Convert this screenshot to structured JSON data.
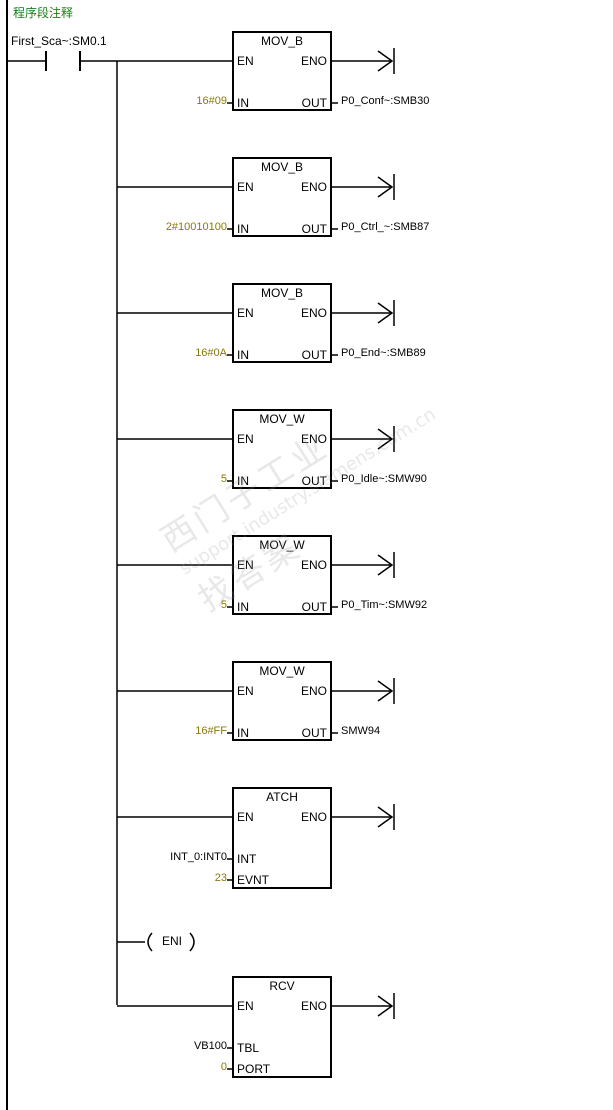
{
  "network_comment": "程序段注释",
  "first_contact": "First_Sca~:SM0.1",
  "blocks": [
    {
      "title": "MOV_B",
      "en": "EN",
      "eno": "ENO",
      "inputs": [
        {
          "pin": "IN",
          "operand": "16#09",
          "const": true
        }
      ],
      "output": {
        "pin": "OUT",
        "operand": "P0_Conf~:SMB30"
      }
    },
    {
      "title": "MOV_B",
      "en": "EN",
      "eno": "ENO",
      "inputs": [
        {
          "pin": "IN",
          "operand": "2#10010100",
          "const": true
        }
      ],
      "output": {
        "pin": "OUT",
        "operand": "P0_Ctrl_~:SMB87"
      }
    },
    {
      "title": "MOV_B",
      "en": "EN",
      "eno": "ENO",
      "inputs": [
        {
          "pin": "IN",
          "operand": "16#0A",
          "const": true
        }
      ],
      "output": {
        "pin": "OUT",
        "operand": "P0_End~:SMB89"
      }
    },
    {
      "title": "MOV_W",
      "en": "EN",
      "eno": "ENO",
      "inputs": [
        {
          "pin": "IN",
          "operand": "5",
          "const": true
        }
      ],
      "output": {
        "pin": "OUT",
        "operand": "P0_Idle~:SMW90"
      }
    },
    {
      "title": "MOV_W",
      "en": "EN",
      "eno": "ENO",
      "inputs": [
        {
          "pin": "IN",
          "operand": "5",
          "const": true
        }
      ],
      "output": {
        "pin": "OUT",
        "operand": "P0_Tim~:SMW92"
      }
    },
    {
      "title": "MOV_W",
      "en": "EN",
      "eno": "ENO",
      "inputs": [
        {
          "pin": "IN",
          "operand": "16#FF",
          "const": true
        }
      ],
      "output": {
        "pin": "OUT",
        "operand": "SMW94"
      }
    },
    {
      "title": "ATCH",
      "en": "EN",
      "eno": "ENO",
      "inputs": [
        {
          "pin": "INT",
          "operand": "INT_0:INT0",
          "const": false
        },
        {
          "pin": "EVNT",
          "operand": "23",
          "const": true
        }
      ],
      "output": null
    },
    {
      "title": "RCV",
      "en": "EN",
      "eno": "ENO",
      "inputs": [
        {
          "pin": "TBL",
          "operand": "VB100",
          "const": false
        },
        {
          "pin": "PORT",
          "operand": "0",
          "const": true
        }
      ],
      "output": null
    }
  ],
  "eni_coil": "ENI",
  "watermark": {
    "line1": "西门子工业",
    "line2": "support.industry.siemens.com.cn",
    "line3": "找答案"
  },
  "colors": {
    "comment": "#1a7d1a",
    "constant": "#8a7a00",
    "line": "#000000"
  }
}
